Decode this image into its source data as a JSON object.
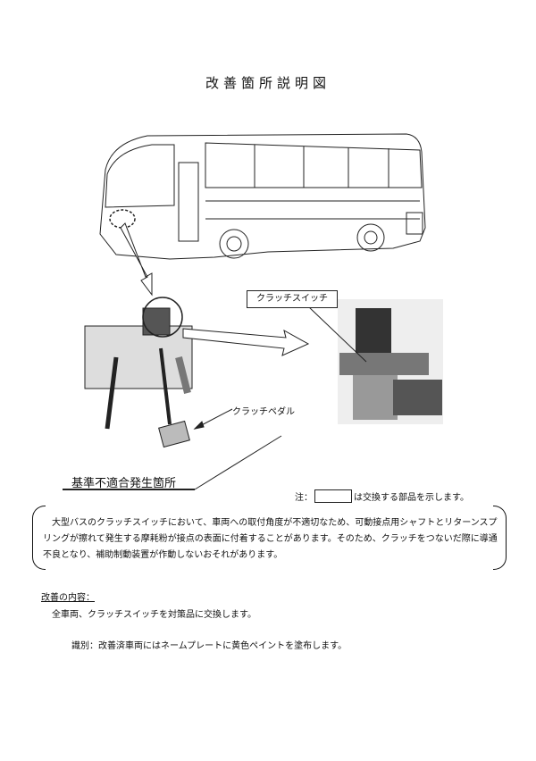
{
  "title": "改善箇所説明図",
  "labels": {
    "clutch_switch": "クラッチスイッチ",
    "clutch_pedal": "クラッチペダル",
    "defect_location": "基準不適合発生箇所"
  },
  "note": {
    "prefix": "注：",
    "suffix": "は交換する部品を示します。"
  },
  "description": "大型バスのクラッチスイッチにおいて、車両への取付角度が不適切なため、可動接点用シャフトとリターンスプリングが擦れて発生する摩耗粉が接点の表面に付着することがあります。そのため、クラッチをつないだ際に導通不良となり、補助制動装置が作動しないおそれがあります。",
  "improvement": {
    "heading": "改善の内容：",
    "content": "全車両、クラッチスイッチを対策品に交換します。",
    "identification": "識別：改善済車両にはネームプレートに黄色ペイントを塗布します。"
  }
}
